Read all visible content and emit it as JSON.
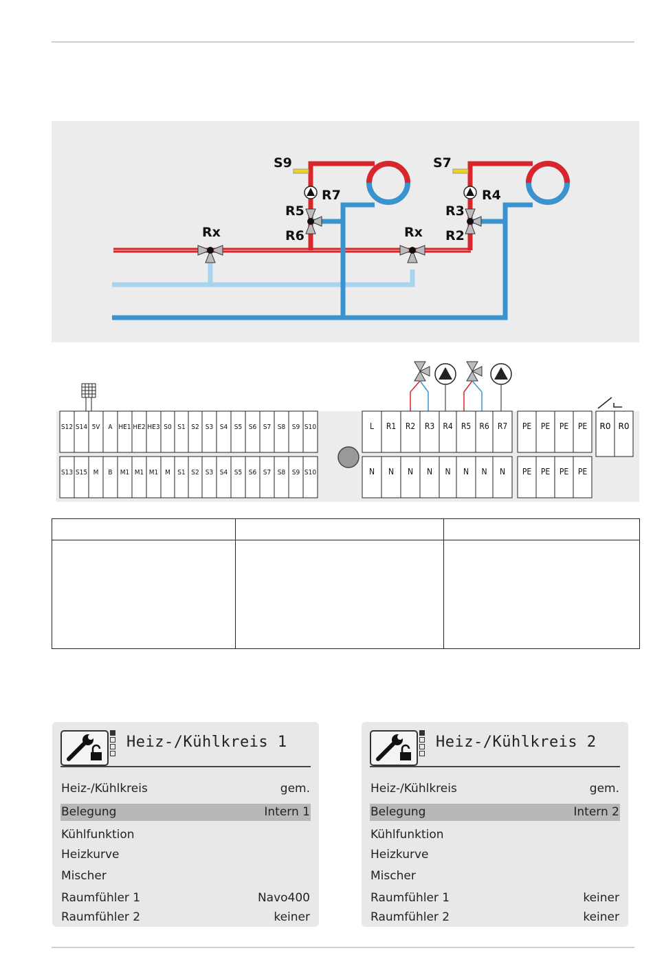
{
  "diagram": {
    "sensors": [
      "S9",
      "S7"
    ],
    "circuit1": {
      "pump": "R7",
      "mixer_open": "R5",
      "mixer_close": "R6"
    },
    "circuit2": {
      "pump": "R4",
      "mixer_open": "R3",
      "mixer_close": "R2"
    },
    "valves": [
      "Rx",
      "Rx"
    ]
  },
  "terminal_strip": {
    "sensor_top": [
      "S12",
      "S14",
      "5V",
      "A",
      "HE1",
      "HE2",
      "HE3",
      "S0",
      "S1",
      "S2",
      "S3",
      "S4",
      "S5",
      "S6",
      "S7",
      "S8",
      "S9",
      "S10"
    ],
    "sensor_bottom": [
      "S13",
      "S15",
      "M",
      "B",
      "M1",
      "M1",
      "M1",
      "M",
      "S1",
      "S2",
      "S3",
      "S4",
      "S5",
      "S6",
      "S7",
      "S8",
      "S9",
      "S10"
    ],
    "relay_top": [
      "L",
      "R1",
      "R2",
      "R3",
      "R4",
      "R5",
      "R6",
      "R7"
    ],
    "relay_bottom": [
      "N",
      "N",
      "N",
      "N",
      "N",
      "N",
      "N",
      "N"
    ],
    "pe_top": [
      "PE",
      "PE",
      "PE",
      "PE"
    ],
    "pe_bottom": [
      "PE",
      "PE",
      "PE",
      "PE"
    ],
    "ro": [
      "R0",
      "R0"
    ]
  },
  "panels": [
    {
      "title": "Heiz-/Kühlkreis 1",
      "rows": [
        {
          "label": "Heiz-/Kühlkreis",
          "value": "gem."
        },
        {
          "label": "Belegung",
          "value": "Intern 1",
          "selected": true
        },
        {
          "label": "Kühlfunktion",
          "value": ""
        },
        {
          "label": "Heizkurve",
          "value": ""
        },
        {
          "label": "Mischer",
          "value": ""
        },
        {
          "label": "Raumfühler 1",
          "value": "Navo400"
        },
        {
          "label": "Raumfühler 2",
          "value": "keiner"
        }
      ]
    },
    {
      "title": "Heiz-/Kühlkreis 2",
      "rows": [
        {
          "label": "Heiz-/Kühlkreis",
          "value": "gem."
        },
        {
          "label": "Belegung",
          "value": "Intern 2",
          "selected": true
        },
        {
          "label": "Kühlfunktion",
          "value": ""
        },
        {
          "label": "Heizkurve",
          "value": ""
        },
        {
          "label": "Mischer",
          "value": ""
        },
        {
          "label": "Raumfühler 1",
          "value": "keiner"
        },
        {
          "label": "Raumfühler 2",
          "value": "keiner"
        }
      ]
    }
  ],
  "colors": {
    "hot": "#d8262c",
    "cold": "#3a93cf",
    "cold_light": "#a9d4ef",
    "sensor": "#f2d21c"
  }
}
